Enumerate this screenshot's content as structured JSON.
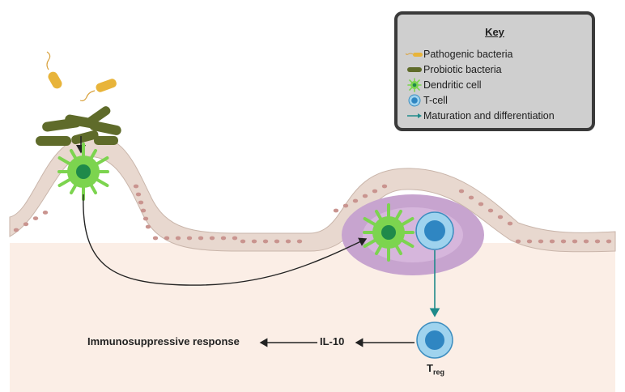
{
  "key": {
    "title": "Key",
    "items": [
      {
        "label": "Pathogenic bacteria",
        "icon": "pathogenic-bacteria-icon",
        "color": "#e8b43a"
      },
      {
        "label": "Probiotic bacteria",
        "icon": "probiotic-bacteria-icon",
        "color": "#5f6b2a"
      },
      {
        "label": "Dendritic cell",
        "icon": "dendritic-cell-icon",
        "color": "#7cd44f"
      },
      {
        "label": "T-cell",
        "icon": "t-cell-icon",
        "color": "#5bb8e0"
      },
      {
        "label": "Maturation and differentiation",
        "icon": "teal-arrow-icon",
        "color": "#1f8a8a"
      }
    ]
  },
  "labels": {
    "response": "Immunosuppressive response",
    "cytokine": "IL-10",
    "treg_main": "T",
    "treg_sub": "reg"
  },
  "colors": {
    "tissue": "#fbeee6",
    "epithelium": "#e8d8cf",
    "nucleus": "#c9948f",
    "lymph_outer": "#c7a4cf",
    "lymph_inner": "#d6b6dc"
  }
}
